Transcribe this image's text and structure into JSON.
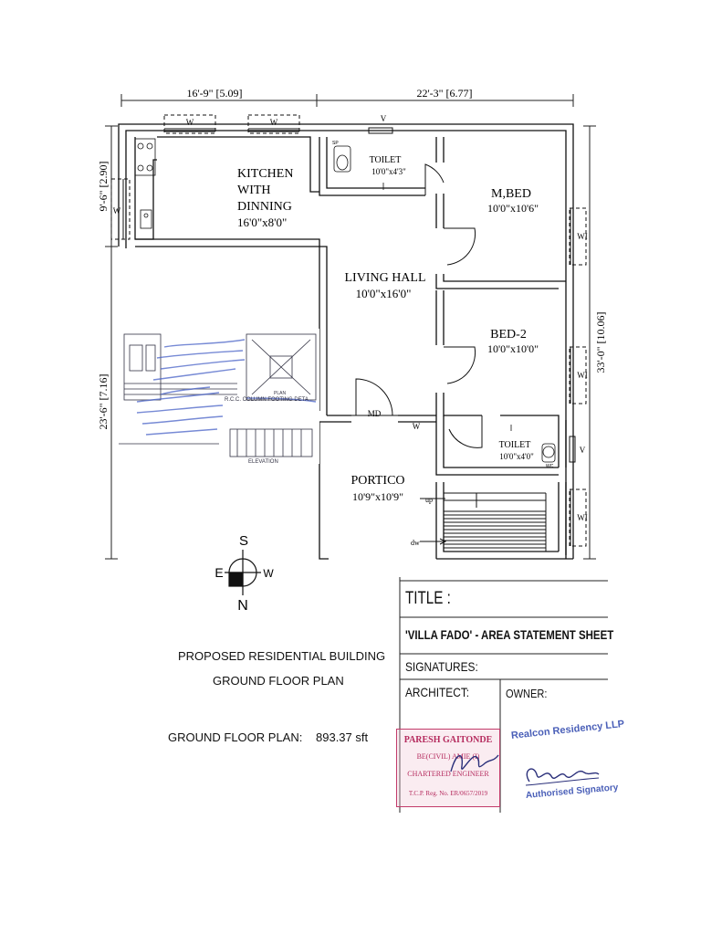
{
  "dimensions": {
    "top_left": "16'-9\" [5.09]",
    "top_right": "22'-3\" [6.77]",
    "left_upper": "9'-6\" [2.90]",
    "left_lower": "23'-6\" [7.16]",
    "right": "33'-0\" [10.06]"
  },
  "rooms": {
    "kitchen": {
      "lines": [
        "KITCHEN",
        "WITH",
        "DINNING"
      ],
      "size": "16'0\"x8'0\""
    },
    "toilet_top": {
      "name": "TOILET",
      "size": "10'0\"x4'3\""
    },
    "master_bed": {
      "name": "M,BED",
      "size": "10'0\"x10'6\""
    },
    "living_hall": {
      "name": "LIVING HALL",
      "size": "10'0\"x16'0\""
    },
    "bed2": {
      "name": "BED-2",
      "size": "10'0\"x10'0\""
    },
    "toilet_bottom": {
      "name": "TOILET",
      "size": "10'0\"x4'0\""
    },
    "portico": {
      "name": "PORTICO",
      "size": "10'9\"x10'9\""
    }
  },
  "symbols": {
    "window": "W",
    "window_alt": "WI",
    "ventilator": "V",
    "main_door": "MD",
    "stair_up": "up",
    "stair_down": "dw",
    "wc": "WC",
    "sp": "SP"
  },
  "compass": {
    "top": "S",
    "bottom": "N",
    "left": "E",
    "right": "W"
  },
  "project": {
    "line1": "PROPOSED  RESIDENTIAL BUILDING",
    "line2": "GROUND FLOOR PLAN",
    "area_label": "GROUND FLOOR PLAN:",
    "area_value": "893.37 sft"
  },
  "title_block": {
    "title_label": "TITLE :",
    "title_value": "'VILLA FADO' - AREA STATEMENT SHEET",
    "signatures": "SIGNATURES:",
    "architect": "ARCHITECT:",
    "owner": "OWNER:"
  },
  "stamp": {
    "line1": "PARESH GAITONDE",
    "line2": "BE(CIVIL) AMIE (I)",
    "line3": "CHARTERED ENGINEER",
    "line4": "T.C.P. Reg. No. ER/0657/2019"
  },
  "owner_stamp": {
    "company": "Realcon Residency LLP",
    "role": "Authorised Signatory"
  },
  "overlay": {
    "elevation": "ELEVATION",
    "footing": "R.C.C. COLUMN FOOTING DETA",
    "plan_label": "PLAN"
  }
}
